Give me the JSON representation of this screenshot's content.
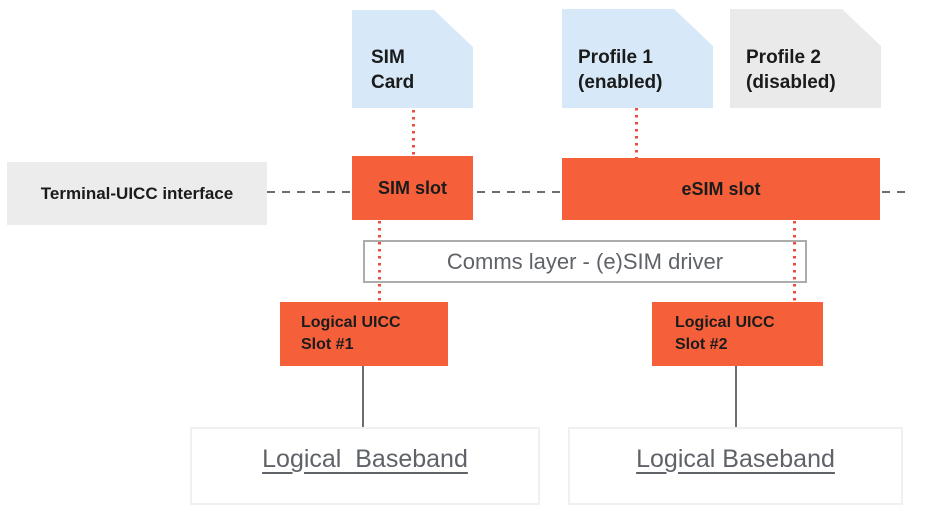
{
  "diagram": {
    "title": "SIM / eSIM slot architecture",
    "colors": {
      "slot_orange": "#F5603A",
      "card_light_blue": "#D7E9F8",
      "card_gray": "#EAEAEA",
      "interface_label_gray": "#ECECEC",
      "text_dark": "#1b1b1b",
      "text_gray": "#5F6368",
      "dotted_connector_red": "#EC4B40",
      "dashed_line_gray": "#6E6E6E"
    },
    "nodes": {
      "sim_card": {
        "label": "SIM\nCard"
      },
      "profile1": {
        "label": "Profile 1\n(enabled)"
      },
      "profile2": {
        "label": "Profile 2\n(disabled)"
      },
      "terminal_uicc_interface": {
        "label": "Terminal-UICC interface"
      },
      "sim_slot": {
        "label": "SIM slot"
      },
      "esim_slot": {
        "label": "eSIM slot"
      },
      "comms_layer": {
        "label": "Comms layer - (e)SIM driver"
      },
      "logical_uicc_slot1": {
        "label": "Logical UICC\nSlot #1"
      },
      "logical_uicc_slot2": {
        "label": "Logical UICC\nSlot #2"
      },
      "logical_baseband1": {
        "label": "Logical  Baseband"
      },
      "logical_baseband2": {
        "label": "Logical Baseband"
      }
    }
  }
}
